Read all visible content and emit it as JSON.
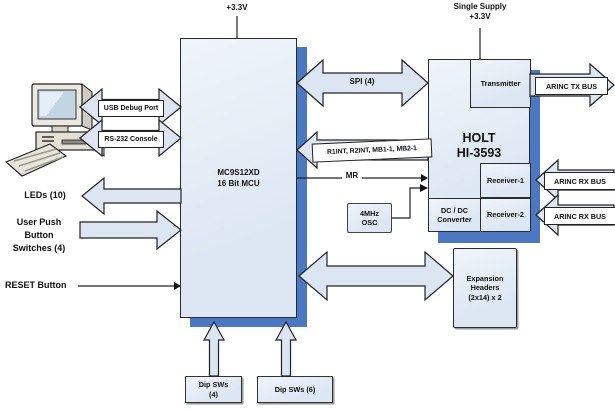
{
  "labels": {
    "power_mcu": "+3.3V",
    "power_single_1": "Single Supply",
    "power_single_2": "+3.3V",
    "usb": "USB Debug Port",
    "rs232": "RS-232 Console",
    "leds": "LEDs (10)",
    "push_1": "User Push",
    "push_2": "Button",
    "push_3": "Switches (4)",
    "reset": "RESET Button",
    "spi": "SPI (4)",
    "rint": "R1INT, R2INT, MB1-1, MB2-1",
    "mr": "MR",
    "arinc_tx": "ARINC TX BUS",
    "arinc_rx1": "ARINC RX BUS",
    "arinc_rx2": "ARINC RX BUS"
  },
  "blocks": {
    "mcu_1": "MC9S12XD",
    "mcu_2": "16 Bit MCU",
    "holt_1": "HOLT",
    "holt_2": "HI-3593",
    "transmitter": "Transmitter",
    "receiver1": "Receiver-1",
    "receiver2": "Receiver-2",
    "dcdc_1": "DC / DC",
    "dcdc_2": "Converter",
    "osc_1": "4MHz",
    "osc_2": "OSC",
    "dip4_1": "Dip SWs",
    "dip4_2": "(4)",
    "dip6": "Dip SWs (6)",
    "exp_1": "Expansion",
    "exp_2": "Headers",
    "exp_3": "(2x14) x 2"
  },
  "colors": {
    "block_fill": "#dde7f3",
    "block_shadow": "#4a78c4",
    "arrow_fill": "#dce6f3",
    "border": "#2b2b2b",
    "label_bg": "#ffffff"
  }
}
